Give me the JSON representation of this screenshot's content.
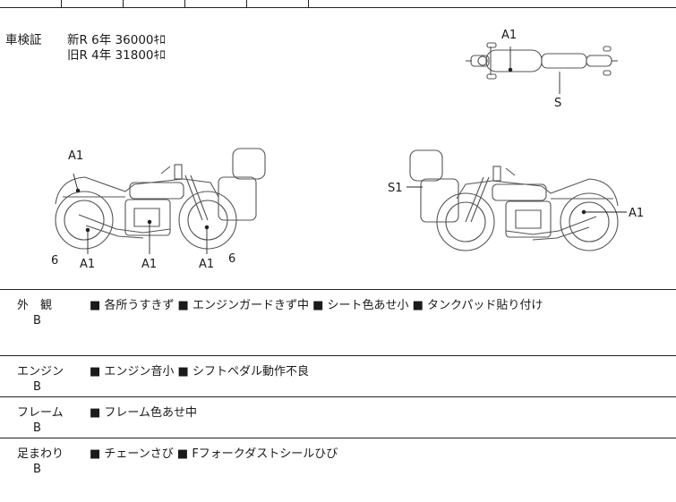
{
  "inspection": {
    "label": "車検証",
    "new_line": "新R  6年  36000ｷﾛ",
    "old_line": "旧R  4年  31800ｷﾛ"
  },
  "diagram_marks": {
    "top_view": [
      "A1",
      "S"
    ],
    "left_view": [
      "A1",
      "6",
      "A1",
      "A1",
      "A1",
      "6"
    ],
    "right_view": [
      "S1",
      "A1"
    ]
  },
  "sections": [
    {
      "name": "外　観",
      "grade": "B",
      "notes": "■ 各所うすきず ■ エンジンガードきず中 ■ シート色あせ小 ■ タンクパッド貼り付け"
    },
    {
      "name": "エンジン",
      "grade": "B",
      "notes": "■ エンジン音小 ■ シフトペダル動作不良"
    },
    {
      "name": "フレーム",
      "grade": "B",
      "notes": "■ フレーム色あせ中"
    },
    {
      "name": "足まわり",
      "grade": "B",
      "notes": "■ チェーンさび ■ Fフォークダストシールひび"
    }
  ]
}
